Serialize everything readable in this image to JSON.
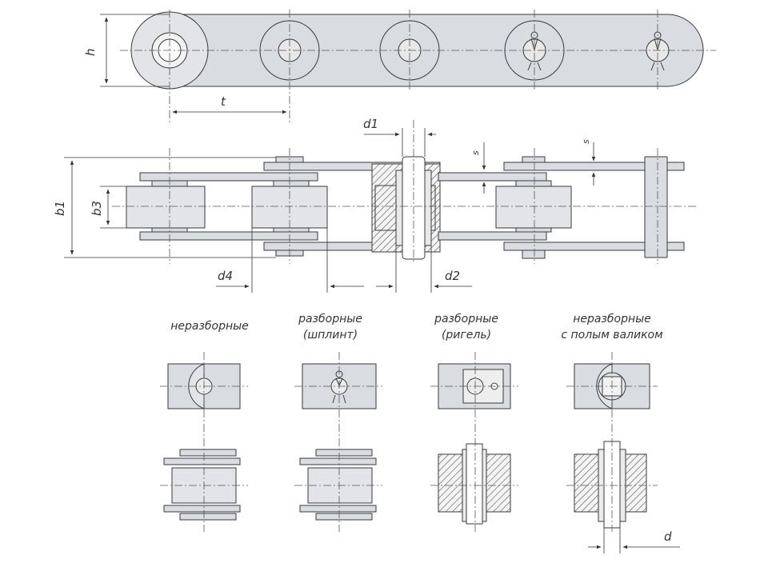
{
  "dimensions": {
    "h": "h",
    "t": "t",
    "d1": "d1",
    "s_left": "s",
    "s_right": "s",
    "b1": "b1",
    "b3": "b3",
    "d4": "d4",
    "d2": "d2",
    "d": "d"
  },
  "variants": [
    {
      "line1": "неразборные",
      "line2": ""
    },
    {
      "line1": "разборные",
      "line2": "(шплинт)"
    },
    {
      "line1": "разборные",
      "line2": "(ригель)"
    },
    {
      "line1": "неразборные",
      "line2": "с полым валиком"
    }
  ],
  "colors": {
    "plate": "#d9dce0",
    "roller": "#e2e4e7",
    "line": "#3a3a3a",
    "hatch": "#555555"
  }
}
